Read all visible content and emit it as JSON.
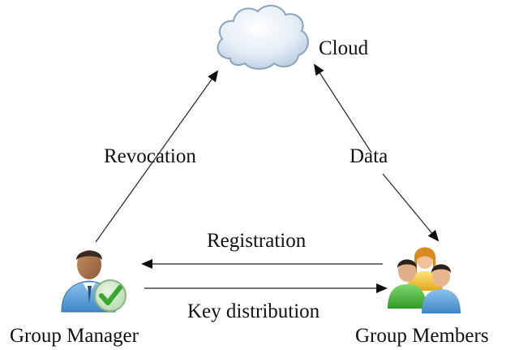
{
  "nodes": {
    "cloud": {
      "label": "Cloud",
      "icon": "cloud-icon"
    },
    "manager": {
      "label": "Group Manager",
      "icon": "manager-with-checkmark-icon"
    },
    "members": {
      "label": "Group Members",
      "icon": "user-group-icon"
    }
  },
  "edges": {
    "revocation": {
      "label": "Revocation",
      "from": "Group Manager",
      "to": "Cloud"
    },
    "data": {
      "label": "Data",
      "from": "Cloud",
      "to": "Group Members",
      "bidirectional": true
    },
    "registration": {
      "label": "Registration",
      "from": "Group Members",
      "to": "Group Manager"
    },
    "key_distribution": {
      "label": "Key distribution",
      "from": "Group Manager",
      "to": "Group Members"
    }
  },
  "colors": {
    "line": "#222222",
    "cloud_fill": "#dfe9f3",
    "cloud_stroke": "#8aa3bf",
    "check_green": "#3aa531",
    "shirt_blue": "#5aa0d8",
    "shirt_green": "#49b53c",
    "shirt_yellow": "#f2c230"
  }
}
